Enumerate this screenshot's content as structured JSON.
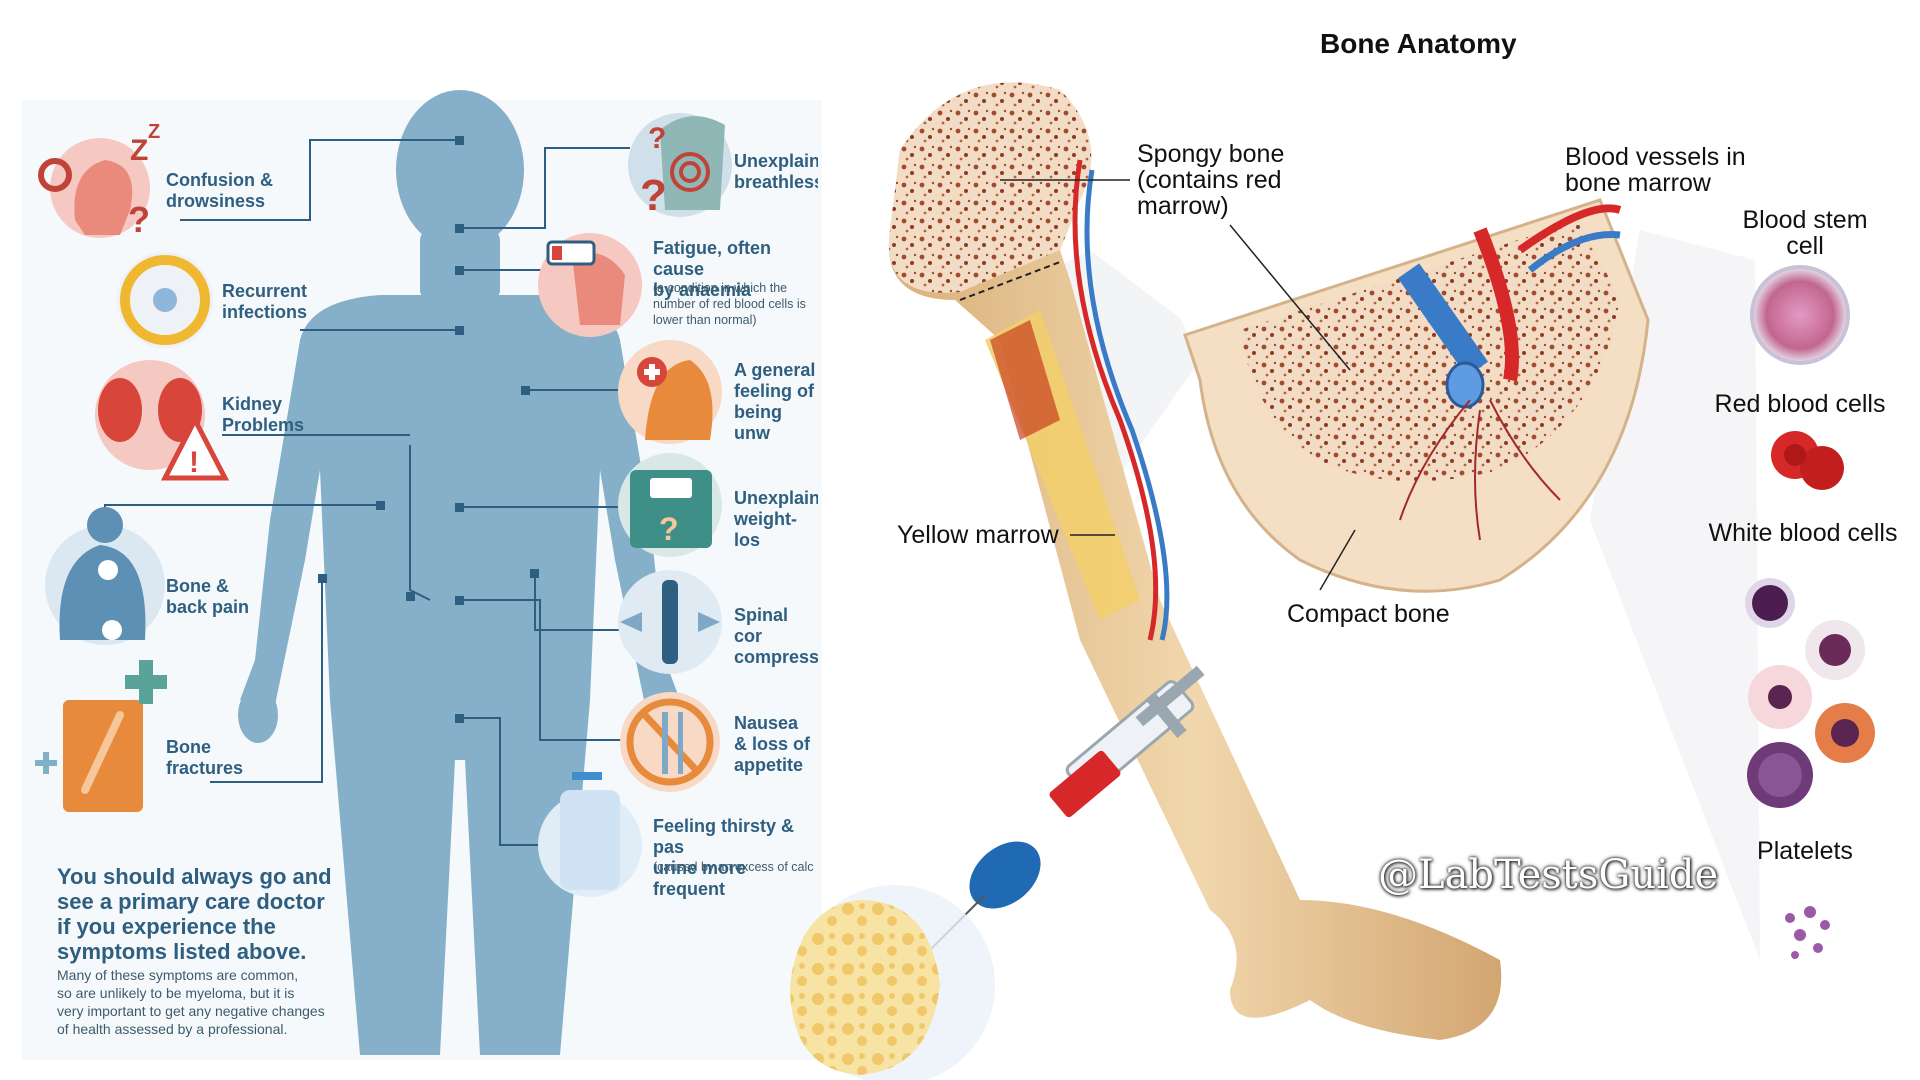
{
  "symptoms_panel": {
    "left_symptoms": [
      {
        "id": "confusion",
        "label": "Confusion &\ndrowsiness"
      },
      {
        "id": "infections",
        "label": "Recurrent\ninfections"
      },
      {
        "id": "kidney",
        "label": "Kidney\nProblems"
      },
      {
        "id": "bone_back",
        "label": "Bone &\nback pain"
      },
      {
        "id": "fractures",
        "label": "Bone\nfractures"
      }
    ],
    "right_symptoms": [
      {
        "id": "breathless",
        "label": "Unexplain\nbreathless"
      },
      {
        "id": "fatigue",
        "label": "Fatigue, often cause\nby anaemia",
        "note": "(a condition in which the\nnumber of red blood cells is\nlower than normal)"
      },
      {
        "id": "unwell",
        "label": "A general\nfeeling of\nbeing unw"
      },
      {
        "id": "weight",
        "label": "Unexplain\nweight-los"
      },
      {
        "id": "spinal",
        "label": "Spinal cor\ncompressi"
      },
      {
        "id": "nausea",
        "label": "Nausea\n& loss of\nappetite"
      },
      {
        "id": "thirsty",
        "label": "Feeling thirsty & pas\nurine more frequent",
        "note": "(caused by an excess of calc"
      }
    ],
    "advice_heading": "You should always go and\nsee a primary care doctor\nif you experience the\nsymptoms listed above.",
    "advice_body": "Many of these symptoms are common,\nso are unlikely to be myeloma, but it is\nvery important to get any negative changes\nof health assessed by a professional."
  },
  "bone_panel": {
    "title": "Bone Anatomy",
    "labels": {
      "spongy": "Spongy bone\n(contains red\nmarrow)",
      "vessels": "Blood vessels in\nbone marrow",
      "stem": "Blood stem\ncell",
      "red": "Red blood cells",
      "white": "White blood cells",
      "yellow": "Yellow marrow",
      "compact": "Compact bone",
      "platelets": "Platelets"
    },
    "watermark": "@LabTestsGuide"
  },
  "colors": {
    "body_silhouette": "#86b0c9",
    "text_blue": "#2f5f80",
    "bone": "#e8c99a",
    "blood_red": "#d62828",
    "vein_blue": "#3a7bc8"
  }
}
